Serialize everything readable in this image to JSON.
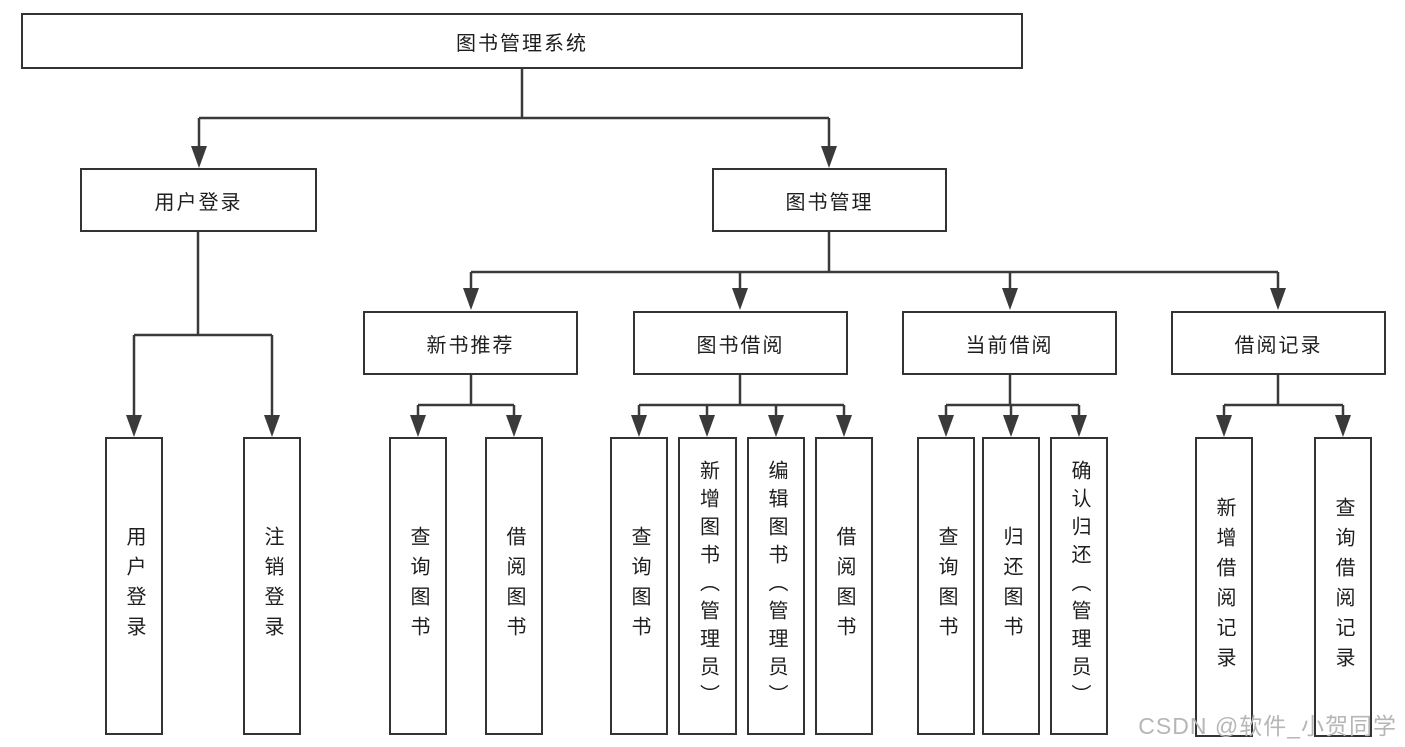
{
  "colors": {
    "background": "#ffffff",
    "line": "#3a3a3a",
    "box_border": "#333333",
    "box_fill": "#ffffff",
    "text": "#1e1e1e",
    "watermark": "#b6b6b6"
  },
  "watermark": {
    "text": "CSDN @软件_小贺同学"
  },
  "diagram": {
    "title": "图书管理系统",
    "level2": {
      "user_login": "用户登录",
      "book_mgmt": "图书管理"
    },
    "level3": {
      "new_books": "新书推荐",
      "book_borrow": "图书借阅",
      "current_borrow": "当前借阅",
      "borrow_records": "借阅记录"
    },
    "leaves": {
      "ul_login": "用户登录",
      "ul_logout": "注销登录",
      "nb_query": "查询图书",
      "nb_borrow": "借阅图书",
      "bb_query": "查询图书",
      "bb_add": "新增图书（管理员）",
      "bb_edit": "编辑图书（管理员）",
      "bb_borrow": "借阅图书",
      "cb_query": "查询图书",
      "cb_return": "归还图书",
      "cb_confirm": "确认归还（管理员）",
      "br_add": "新增借阅记录",
      "br_query": "查询借阅记录"
    }
  }
}
